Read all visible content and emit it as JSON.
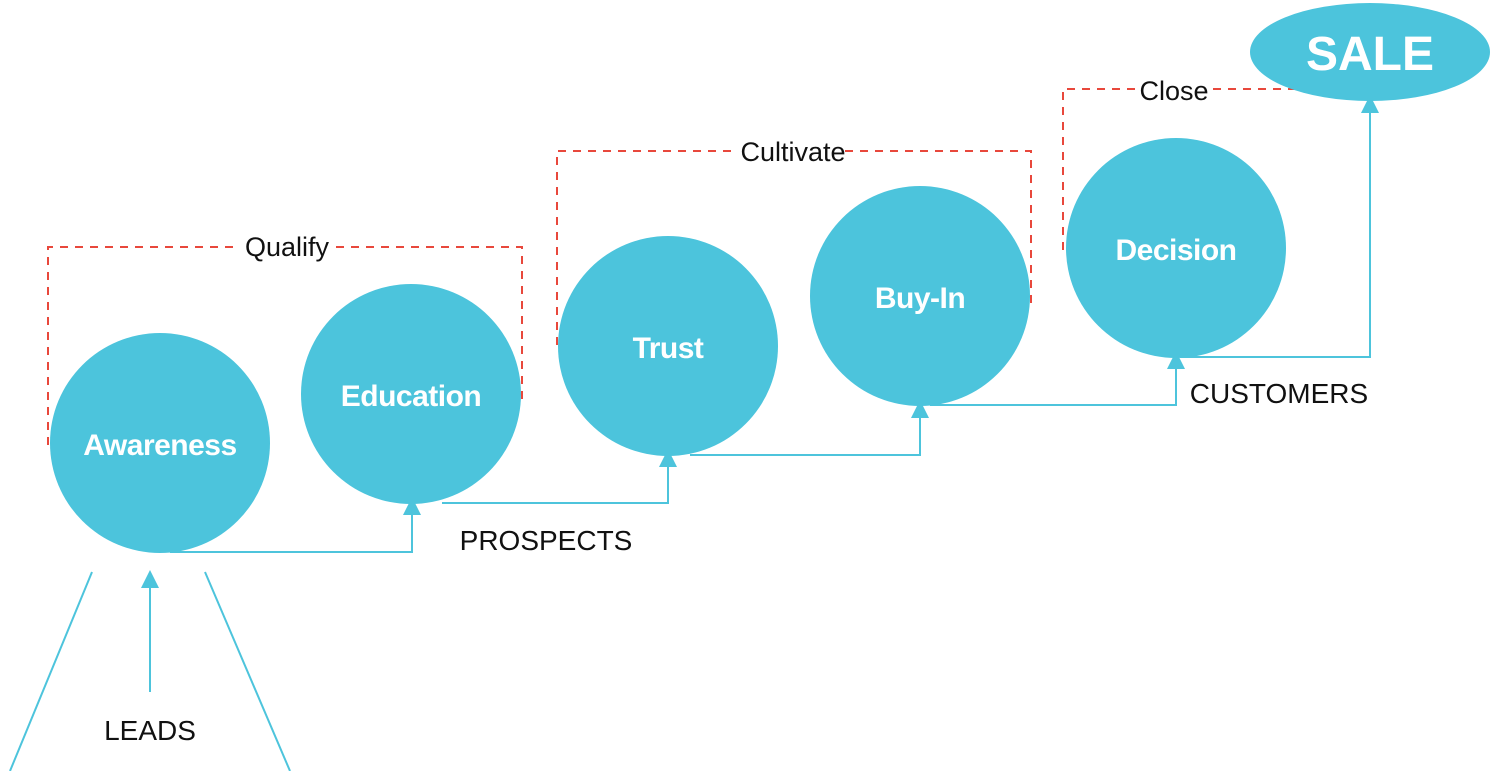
{
  "nodes": {
    "awareness": "Awareness",
    "education": "Education",
    "trust": "Trust",
    "buyin": "Buy-In",
    "decision": "Decision"
  },
  "sale": "SALE",
  "stages": {
    "leads": "LEADS",
    "prospects": "PROSPECTS",
    "customers": "CUSTOMERS"
  },
  "groups": {
    "qualify": "Qualify",
    "cultivate": "Cultivate",
    "close": "Close"
  },
  "colors": {
    "node": "#4cc4dc",
    "connector": "#4dc4dc",
    "bracket": "#e8483c"
  }
}
